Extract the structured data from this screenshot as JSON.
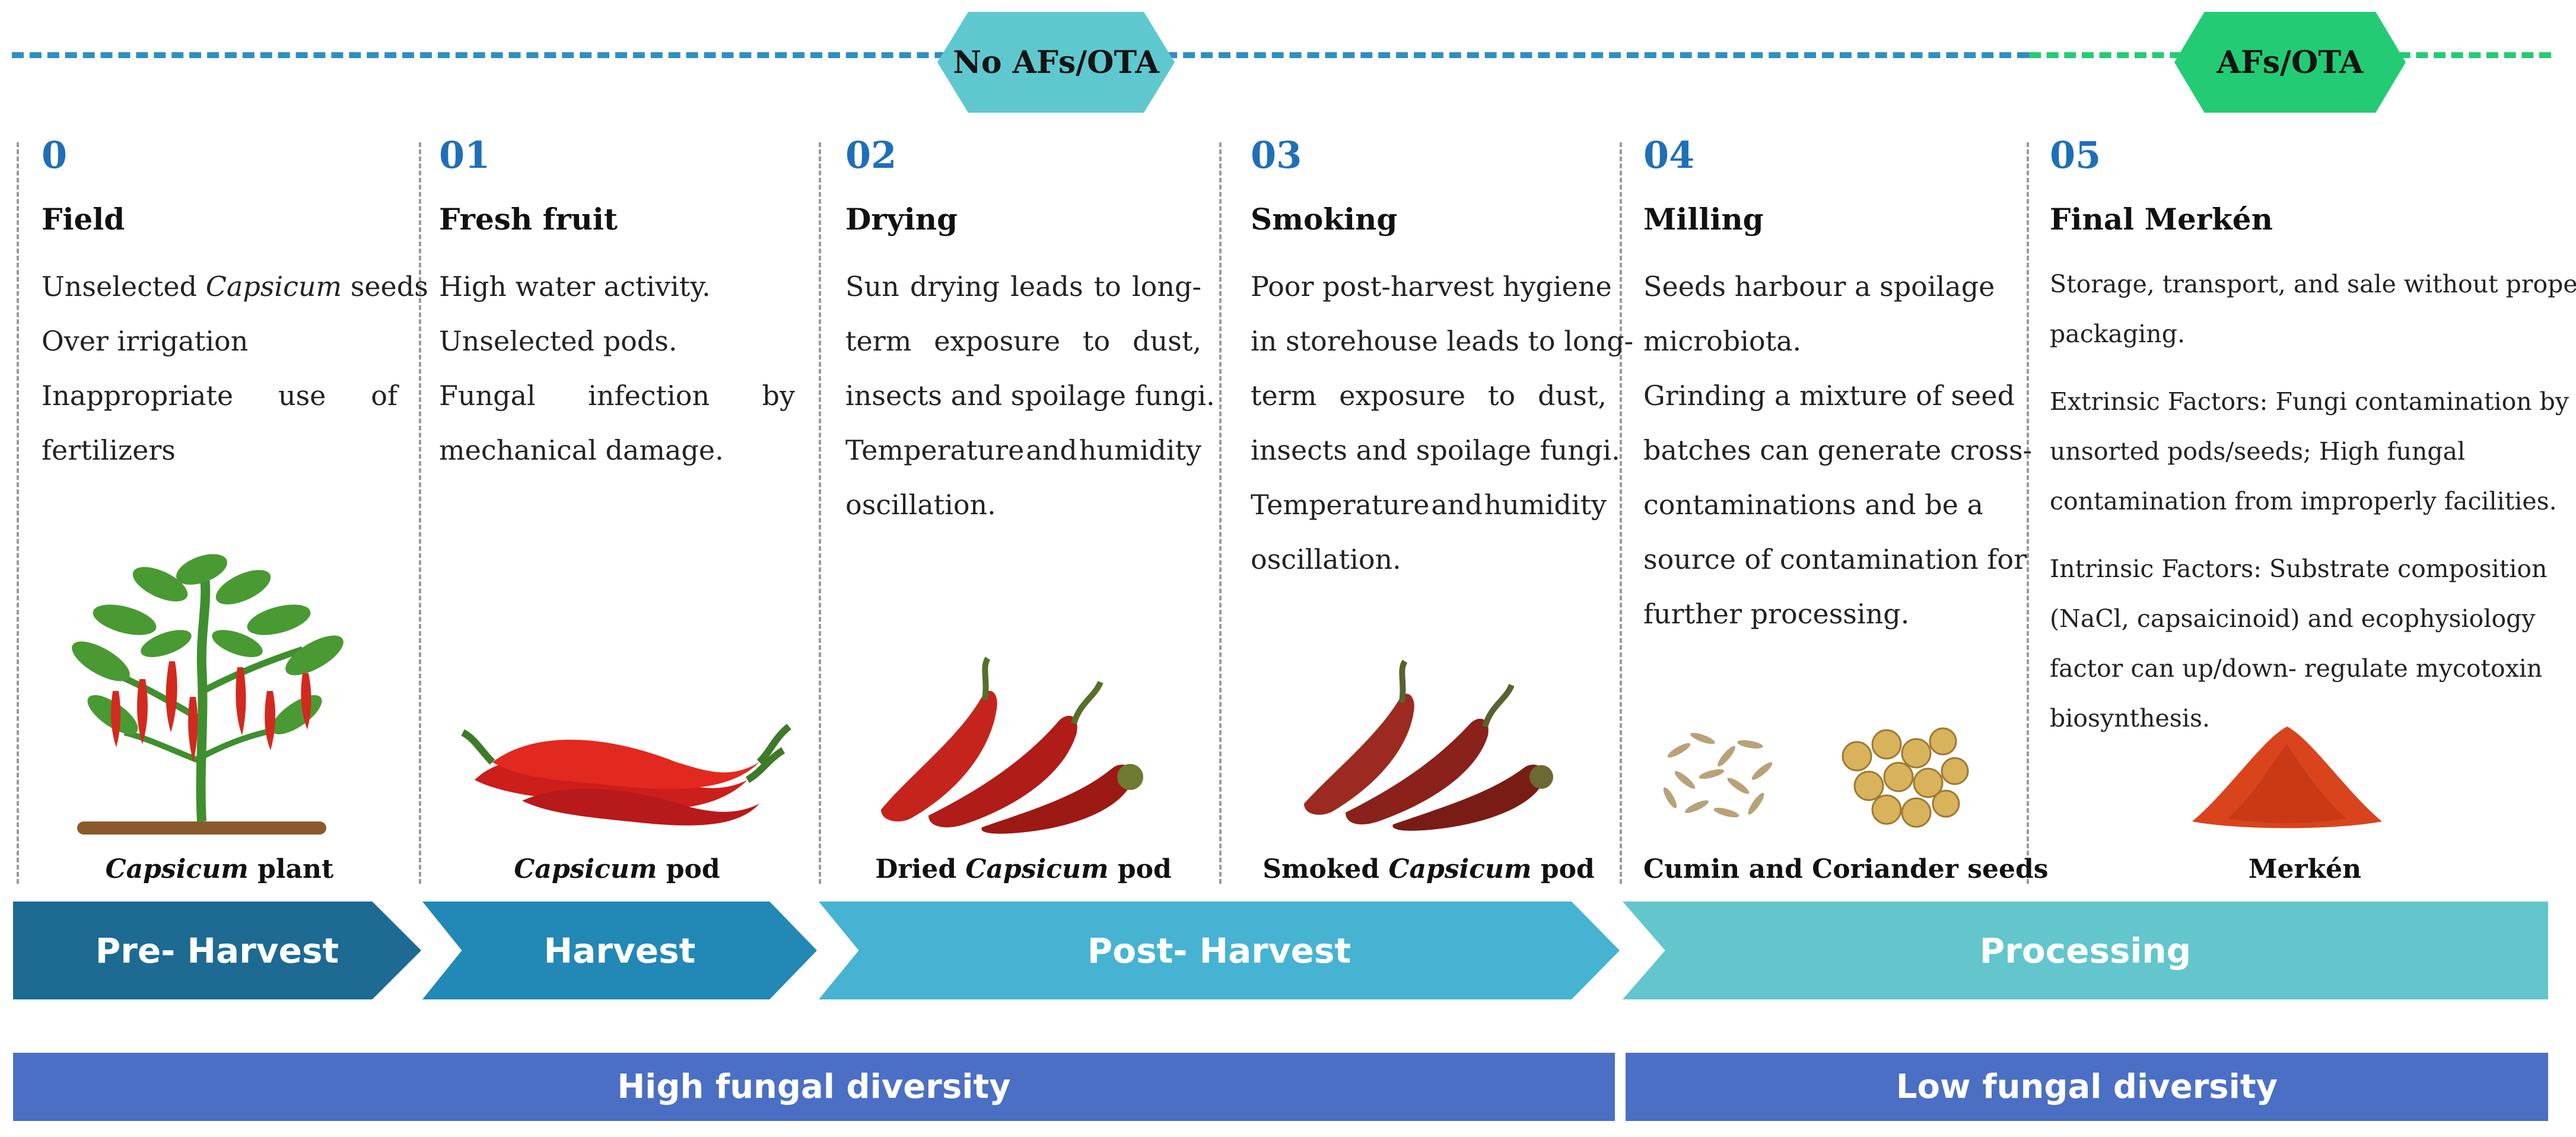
{
  "badges": {
    "left": "No AFs/OTA",
    "right": "AFs/OTA"
  },
  "colors": {
    "number": "#1f6fb8",
    "pre_harvest": "#1d6a93",
    "harvest": "#2288b5",
    "post_harvest": "#46b3d2",
    "processing": "#62c6cc",
    "diversity_bar": "#4a6fc4",
    "badge_no_afs": "#5fc8cf",
    "badge_afs": "#23cc74",
    "line_blue": "#2f8fc2",
    "line_green": "#23cc74"
  },
  "stages": [
    {
      "num": "0",
      "title": "Field",
      "lines": [
        {
          "segs": [
            {
              "t": "Unselected "
            },
            {
              "t": "Capsicum",
              "i": true
            },
            {
              "t": " seeds"
            }
          ]
        },
        {
          "segs": [
            {
              "t": "Over irrigation"
            }
          ]
        },
        {
          "segs": [
            {
              "t": "Inappropriate"
            },
            {
              "t": "use"
            },
            {
              "t": "of"
            }
          ],
          "justify": true
        },
        {
          "segs": [
            {
              "t": "fertilizers"
            }
          ]
        }
      ],
      "caption": [
        {
          "t": "Capsicum",
          "i": true
        },
        {
          "t": " plant"
        }
      ],
      "illustration": "capsicum-plant"
    },
    {
      "num": "01",
      "title": "Fresh fruit",
      "lines": [
        {
          "segs": [
            {
              "t": "High water activity."
            }
          ]
        },
        {
          "segs": [
            {
              "t": "Unselected pods."
            }
          ]
        },
        {
          "segs": [
            {
              "t": "Fungal"
            },
            {
              "t": "infection"
            },
            {
              "t": "by"
            }
          ],
          "justify": true
        },
        {
          "segs": [
            {
              "t": "mechanical damage."
            }
          ]
        }
      ],
      "caption": [
        {
          "t": "Capsicum",
          "i": true
        },
        {
          "t": " pod"
        }
      ],
      "illustration": "fresh-red-pods"
    },
    {
      "num": "02",
      "title": "Drying",
      "lines": [
        {
          "segs": [
            {
              "t": "Sun"
            },
            {
              "t": "drying"
            },
            {
              "t": "leads"
            },
            {
              "t": "to"
            },
            {
              "t": "long-"
            }
          ],
          "justify": true
        },
        {
          "segs": [
            {
              "t": "term"
            },
            {
              "t": "exposure"
            },
            {
              "t": "to"
            },
            {
              "t": "dust,"
            }
          ],
          "justify": true
        },
        {
          "segs": [
            {
              "t": "insects and spoilage fungi."
            }
          ]
        },
        {
          "segs": [
            {
              "t": "Temperature"
            },
            {
              "t": "and"
            },
            {
              "t": "humidity"
            }
          ],
          "justify": true
        },
        {
          "segs": [
            {
              "t": "oscillation."
            }
          ]
        }
      ],
      "caption": [
        {
          "t": "Dried "
        },
        {
          "t": "Capsicum",
          "i": true
        },
        {
          "t": " pod"
        }
      ],
      "illustration": "dried-pods"
    },
    {
      "num": "03",
      "title": "Smoking",
      "lines": [
        {
          "segs": [
            {
              "t": "Poor post-harvest hygiene"
            }
          ]
        },
        {
          "segs": [
            {
              "t": "in storehouse leads to long-"
            }
          ]
        },
        {
          "segs": [
            {
              "t": "term"
            },
            {
              "t": "exposure"
            },
            {
              "t": "to"
            },
            {
              "t": "dust,"
            }
          ],
          "justify": true
        },
        {
          "segs": [
            {
              "t": "insects and spoilage fungi."
            }
          ]
        },
        {
          "segs": [
            {
              "t": "Temperature"
            },
            {
              "t": "and"
            },
            {
              "t": "humidity"
            }
          ],
          "justify": true
        },
        {
          "segs": [
            {
              "t": "oscillation."
            }
          ]
        }
      ],
      "caption": [
        {
          "t": "Smoked "
        },
        {
          "t": "Capsicum",
          "i": true
        },
        {
          "t": " pod"
        }
      ],
      "illustration": "smoked-pods"
    },
    {
      "num": "04",
      "title": "Milling",
      "lines": [
        {
          "segs": [
            {
              "t": "Seeds harbour a spoilage"
            }
          ]
        },
        {
          "segs": [
            {
              "t": "microbiota."
            }
          ]
        },
        {
          "segs": [
            {
              "t": "Grinding a mixture of seed"
            }
          ]
        },
        {
          "segs": [
            {
              "t": "batches can generate cross-"
            }
          ]
        },
        {
          "segs": [
            {
              "t": "contaminations and be a"
            }
          ]
        },
        {
          "segs": [
            {
              "t": "source of contamination for"
            }
          ]
        },
        {
          "segs": [
            {
              "t": "further processing."
            }
          ]
        }
      ],
      "caption": [
        {
          "t": "Cumin and Coriander seeds"
        }
      ],
      "illustration": "cumin-coriander-seeds"
    },
    {
      "num": "05",
      "title": "Final Merkén",
      "lines": [
        {
          "segs": [
            {
              "t": "Storage, transport, and sale without proper"
            }
          ]
        },
        {
          "segs": [
            {
              "t": "packaging."
            }
          ]
        },
        {
          "gap": true
        },
        {
          "segs": [
            {
              "t": "Extrinsic Factors: Fungi contamination by"
            }
          ]
        },
        {
          "segs": [
            {
              "t": "unsorted pods/seeds;  High fungal"
            }
          ]
        },
        {
          "segs": [
            {
              "t": "contamination from improperly facilities."
            }
          ]
        },
        {
          "gap": true
        },
        {
          "segs": [
            {
              "t": "Intrinsic Factors: Substrate composition"
            }
          ]
        },
        {
          "segs": [
            {
              "t": "(NaCl, capsaicinoid) and ecophysiology"
            }
          ]
        },
        {
          "segs": [
            {
              "t": "factor can up/down- regulate mycotoxin"
            }
          ]
        },
        {
          "segs": [
            {
              "t": "biosynthesis."
            }
          ]
        }
      ],
      "caption": [
        {
          "t": "Merkén"
        }
      ],
      "illustration": "merken-powder-pile"
    }
  ],
  "phases": [
    {
      "label": "Pre- Harvest"
    },
    {
      "label": "Harvest"
    },
    {
      "label": "Post- Harvest"
    },
    {
      "label": "Processing"
    }
  ],
  "diversity": [
    {
      "label": "High fungal diversity"
    },
    {
      "label": "Low fungal diversity"
    }
  ]
}
